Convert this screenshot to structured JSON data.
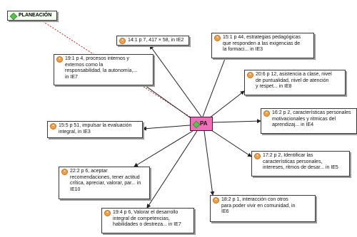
{
  "root": {
    "label": "PLANEACIÓN",
    "icon": "green-diamond-icon"
  },
  "center": {
    "label": "PA",
    "icon": "green-diamond-icon",
    "fill": "#ee6fb8"
  },
  "colors": {
    "icon_orange": "#f0a046",
    "dashed_link": "#d42020",
    "connector": "#222222"
  },
  "nodes": [
    {
      "id": "n1",
      "text": "14:1 p 7, 417 × 58,  in IE2",
      "icon": "orange-circle-icon"
    },
    {
      "id": "n2",
      "text": "15:1 p 44, estrategias pedagógicas\nque responden a las exigencias de\nla    formaci... in IE3",
      "icon": "orange-circle-icon"
    },
    {
      "id": "n3",
      "text": "19:1 p 4, procesos internos y\nexternos como   la\nresponsabilidad, la autonomía,...\nin IE7",
      "icon": "orange-circle-icon"
    },
    {
      "id": "n4",
      "text": "20:6 p 12, asistencia a clase, nivel\nde puntualidad, nivel de atención\ny   respet... in IE8",
      "icon": "orange-circle-icon"
    },
    {
      "id": "n5",
      "text": "16:2 p 2, características personales\nmotivacionales y   ritmicas del\naprendizaj... in IE4",
      "icon": "orange-circle-icon"
    },
    {
      "id": "n6",
      "text": "15:5 p 51, impulsar la evaluación\nintegral, in IE3",
      "icon": "orange-circle-icon"
    },
    {
      "id": "n7",
      "text": "17:2 p 2, Identificar las\ncaracterísticas personales,\nintereses, ritmos de desar... in IE5",
      "icon": "orange-circle-icon"
    },
    {
      "id": "n8",
      "text": "22:2 p 6, aceptar\nrecomendaciones, tener actitud\ncrítica, apreciar, valorar, par... in\nIE10",
      "icon": "orange-circle-icon"
    },
    {
      "id": "n9",
      "text": "18:2 p 1, interacción con otros\npara poder vivir en comunidad, in\nIE6",
      "icon": "orange-circle-icon"
    },
    {
      "id": "n10",
      "text": "19:4 p 6, Valorar el desarrollo\nintegral de competencias,\nhabilidades o destreza... in IE7",
      "icon": "orange-circle-icon"
    }
  ]
}
